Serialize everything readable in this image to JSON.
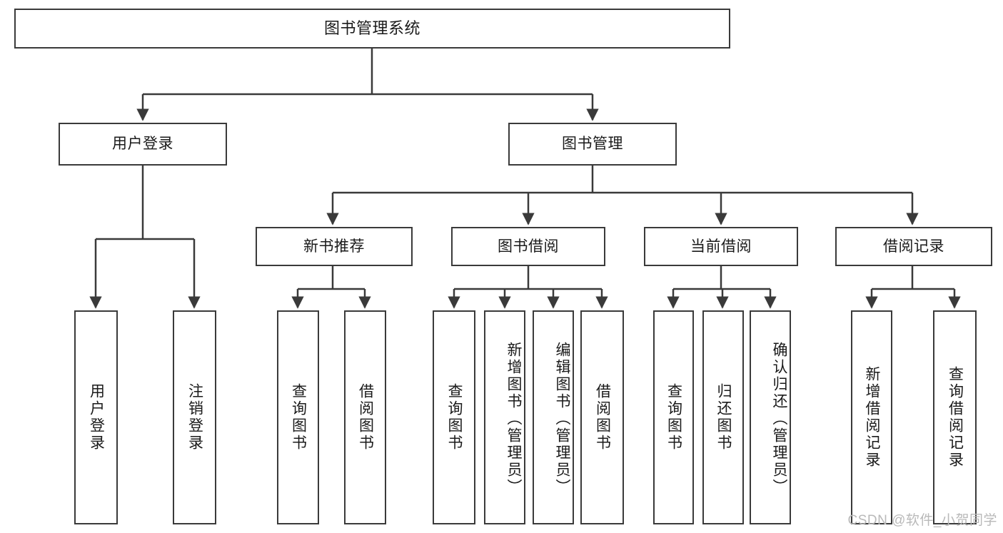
{
  "diagram": {
    "title": "图书管理系统",
    "type": "tree",
    "root": {
      "label": "图书管理系统"
    },
    "level2": [
      {
        "id": "user-login",
        "label": "用户登录"
      },
      {
        "id": "book-manage",
        "label": "图书管理"
      }
    ],
    "level3": [
      {
        "id": "new-book-recommend",
        "label": "新书推荐",
        "parent": "book-manage"
      },
      {
        "id": "book-borrow",
        "label": "图书借阅",
        "parent": "book-manage"
      },
      {
        "id": "current-borrow",
        "label": "当前借阅",
        "parent": "book-manage"
      },
      {
        "id": "borrow-record",
        "label": "借阅记录",
        "parent": "book-manage"
      }
    ],
    "leaves": {
      "user_login": [
        {
          "id": "leaf-user-login",
          "label": "用户登录"
        },
        {
          "id": "leaf-user-logout",
          "label": "注销登录"
        }
      ],
      "new_book_recommend": [
        {
          "id": "leaf-query-book-1",
          "label": "查询图书"
        },
        {
          "id": "leaf-borrow-book-1",
          "label": "借阅图书"
        }
      ],
      "book_borrow": [
        {
          "id": "leaf-query-book-2",
          "label": "查询图书"
        },
        {
          "id": "leaf-add-book",
          "label": "新增图书（管理员）"
        },
        {
          "id": "leaf-edit-book",
          "label": "编辑图书（管理员）"
        },
        {
          "id": "leaf-borrow-book-2",
          "label": "借阅图书"
        }
      ],
      "current_borrow": [
        {
          "id": "leaf-query-book-3",
          "label": "查询图书"
        },
        {
          "id": "leaf-return-book",
          "label": "归还图书"
        },
        {
          "id": "leaf-confirm-return",
          "label": "确认归还（管理员）"
        }
      ],
      "borrow_record": [
        {
          "id": "leaf-add-record",
          "label": "新增借阅记录"
        },
        {
          "id": "leaf-query-record",
          "label": "查询借阅记录"
        }
      ]
    }
  },
  "watermark": {
    "text": "CSDN @软件_小贺同学"
  },
  "colors": {
    "stroke": "#3a3a3a",
    "text": "#1a1a1a",
    "background": "#ffffff",
    "watermark": "#b9b9b9"
  }
}
